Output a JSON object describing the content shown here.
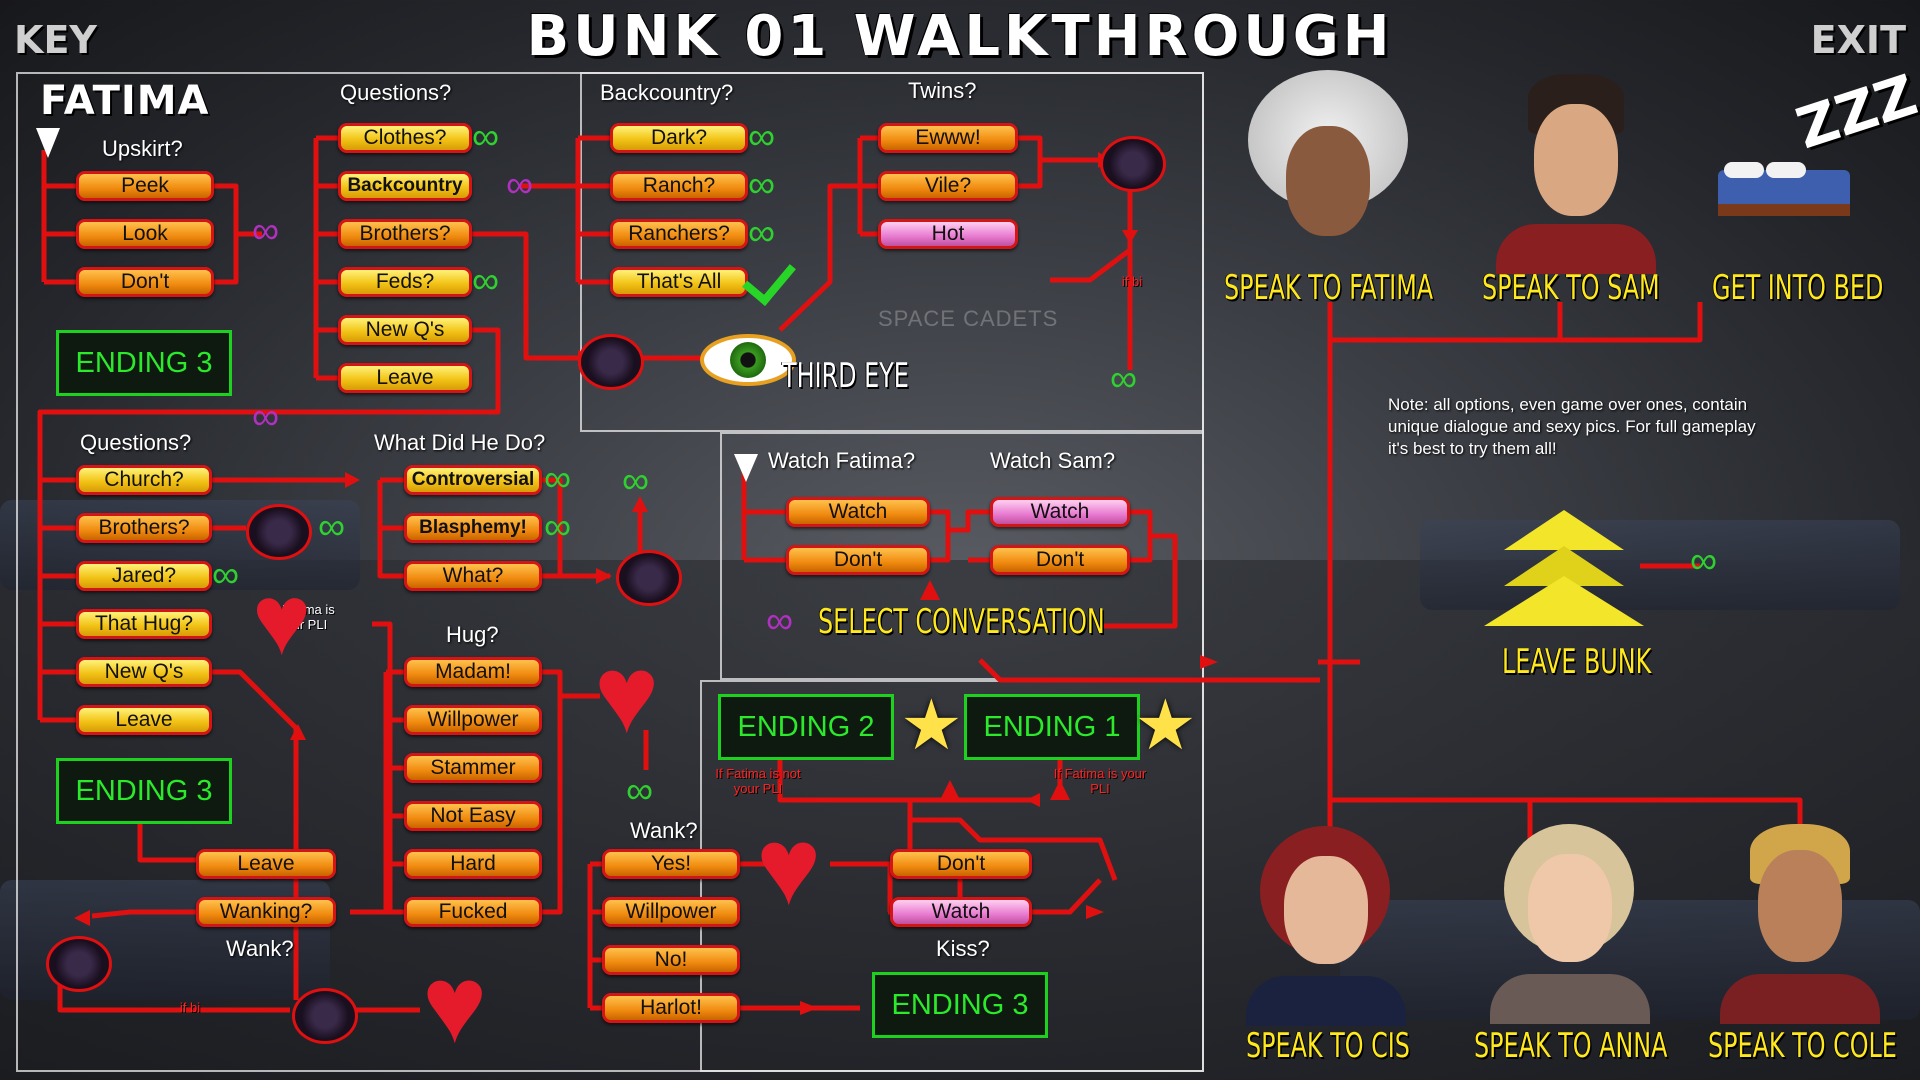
{
  "header": {
    "title": "BUNK 01 WALKTHROUGH",
    "key_label": "KEY",
    "exit_label": "EXIT"
  },
  "character_name": "FATIMA",
  "headers": {
    "upskirt": "Upskirt?",
    "questions1": "Questions?",
    "backcountry": "Backcountry?",
    "twins": "Twins?",
    "questions2": "Questions?",
    "what_did_he_do": "What Did He Do?",
    "hug": "Hug?",
    "wank_top": "Wank?",
    "wank_bottom": "Wank?",
    "watch_fatima": "Watch Fatima?",
    "watch_sam": "Watch Sam?",
    "kiss": "Kiss?"
  },
  "upskirt_options": [
    "Peek",
    "Look",
    "Don't"
  ],
  "questions1_options": [
    "Clothes?",
    "Backcountry",
    "Brothers?",
    "Feds?",
    "New Q's",
    "Leave"
  ],
  "backcountry_options": [
    "Dark?",
    "Ranch?",
    "Ranchers?",
    "That's All"
  ],
  "twins_options": [
    "Ewww!",
    "Vile?",
    "Hot"
  ],
  "questions2_options": [
    "Church?",
    "Brothers?",
    "Jared?",
    "That Hug?",
    "New Q's",
    "Leave"
  ],
  "what_did_he_do_options": [
    "Controversial",
    "Blasphemy!",
    "What?"
  ],
  "hug_options": [
    "Madam!",
    "Willpower",
    "Stammer",
    "Not Easy",
    "Hard",
    "Fucked"
  ],
  "wank_options": [
    "Yes!",
    "Willpower",
    "No!",
    "Harlot!"
  ],
  "left_bottom_options": [
    "Leave",
    "Wanking?"
  ],
  "watch_fatima_options": [
    "Watch",
    "Don't"
  ],
  "watch_sam_options": [
    "Watch",
    "Don't"
  ],
  "kiss_options": [
    "Don't",
    "Watch"
  ],
  "endings": {
    "e3_top": "ENDING 3",
    "e3_mid": "ENDING 3",
    "e3_bottom": "ENDING 3",
    "e2": "ENDING 2",
    "e1": "ENDING 1"
  },
  "conditions": {
    "heart_pli": "If Fatima is your PLI",
    "not_pli": "If Fatima is not your PLI",
    "is_pli": "If Fatima is your PLI",
    "if_bi_top": "if bi",
    "if_bi_bottom": "if bi"
  },
  "labels": {
    "third_eye": "THIRD EYE",
    "select_conversation": "SELECT CONVERSATION",
    "watermark": "SPACE CADETS"
  },
  "actions": {
    "speak_fatima": "SPEAK TO FATIMA",
    "speak_sam": "SPEAK TO SAM",
    "get_into_bed": "GET INTO BED",
    "leave_bunk": "LEAVE BUNK",
    "speak_cis": "SPEAK TO CIS",
    "speak_anna": "SPEAK TO ANNA",
    "speak_cole": "SPEAK TO COLE"
  },
  "note": "Note: all options, even game over ones, contain unique dialogue and sexy pics. For full gameplay it's best to try them all!",
  "sleep_text": "ZZZ",
  "colors": {
    "line": "#e01010",
    "ending_green": "#1fd11f",
    "gold_text": "#ffe81e",
    "button_yellow": "#f3c417",
    "button_orange": "#f08a0f",
    "button_pink": "#e87ad0",
    "infinity_green": "#2fd02f",
    "infinity_purple": "#b030c0"
  }
}
